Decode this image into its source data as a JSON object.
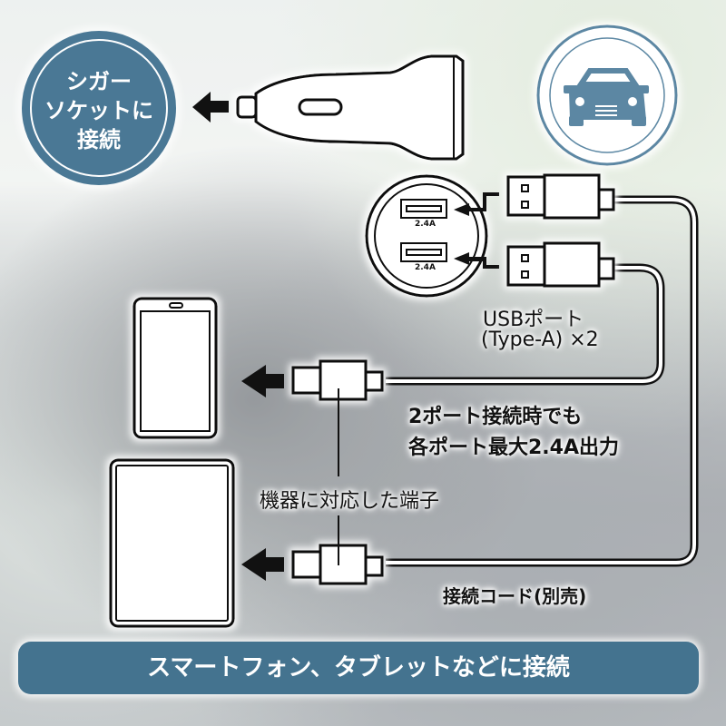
{
  "badge": {
    "lines": [
      "シガー",
      "ソケットに",
      "接続"
    ],
    "color": "#4a7895"
  },
  "car_icon": {
    "name": "car-icon",
    "color": "#5b87a3"
  },
  "usb_ports": [
    {
      "label": "2.4A"
    },
    {
      "label": "2.4A"
    }
  ],
  "labels": {
    "usb_port_line1": "USBポート",
    "usb_port_line2": "(Type-A) ×2",
    "output_line1": "2ポート接続時でも",
    "output_line2": "各ポート最大2.4A出力",
    "device_terminal": "機器に対応した端子",
    "cable_note": "接続コード(別売)"
  },
  "banner": {
    "text": "スマートフォン、タブレットなどに接続",
    "color": "#44738f"
  }
}
